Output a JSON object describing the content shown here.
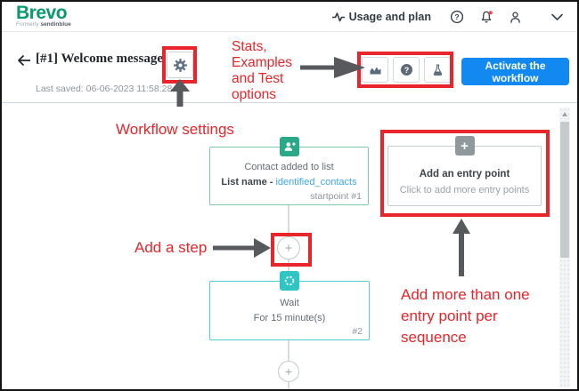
{
  "colors": {
    "brand_green": "#0b996e",
    "accent_blue": "#1289f0",
    "annotation_red": "#e8252a",
    "node_green": "#2ba888",
    "node_teal": "#30c5c5",
    "entry_gray": "#8e989d",
    "link_blue": "#41a6f5"
  },
  "topbar": {
    "logo_text": "Brevo",
    "logo_tagline_prefix": "Formerly",
    "logo_tagline": "sendinblue",
    "usage_label": "Usage and plan"
  },
  "header": {
    "title": "[#1] Welcome message",
    "last_saved": "Last saved: 06-06-2023 11:58:28",
    "activate_button": "Activate the workflow"
  },
  "glyphs": {
    "plus": "+"
  },
  "workflow": {
    "contact_node": {
      "title": "Contact added to list",
      "detail_label": "List name",
      "detail_separator": "-",
      "detail_value": "identified_contacts",
      "footnote": "startpoint #1"
    },
    "entry_node": {
      "title": "Add an entry point",
      "subtitle": "Click to add more entry points"
    },
    "wait_node": {
      "title": "Wait",
      "subtitle": "For 15 minute(s)",
      "footnote": "#2"
    }
  },
  "annotations": {
    "stats_note": "Stats,\nExamples\nand Test\noptions",
    "workflow_settings": "Workflow settings",
    "add_step": "Add a step",
    "entry_note": "Add more than one\nentry point per\nsequence"
  }
}
